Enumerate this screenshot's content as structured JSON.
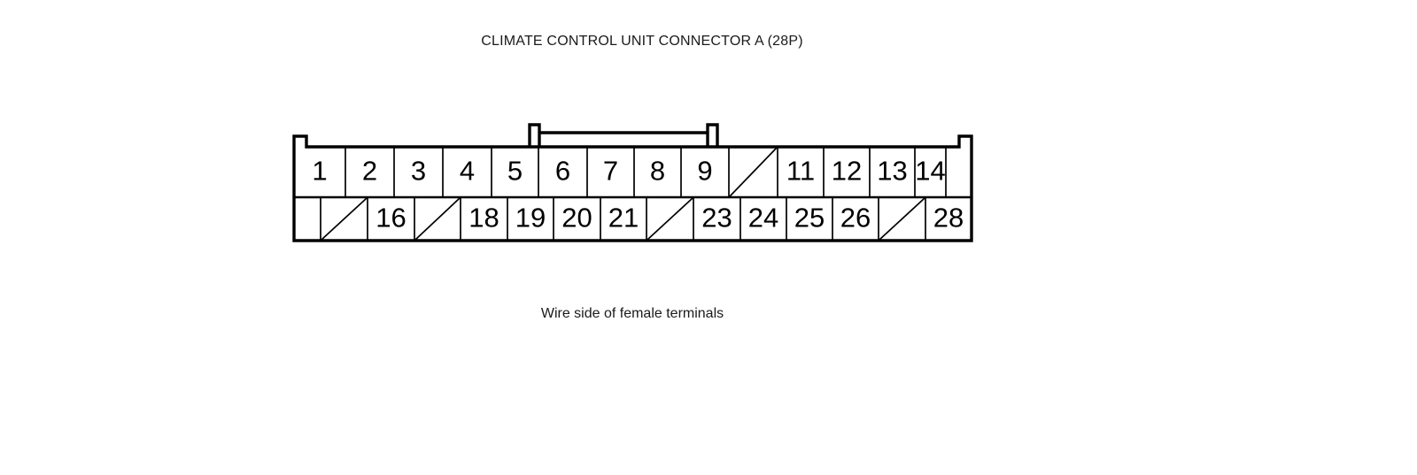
{
  "diagram": {
    "title": "CLIMATE CONTROL UNIT CONNECTOR A (28P)",
    "caption": "Wire side of female terminals",
    "connector": {
      "name": "CLIMATE CONTROL UNIT CONNECTOR A",
      "pin_count": "28P",
      "view": "Wire side of female terminals",
      "line_color": "#000000",
      "fill_color": "#ffffff",
      "rows": [
        {
          "row": "top",
          "cells": [
            {
              "label": "1",
              "state": "numbered"
            },
            {
              "label": "2",
              "state": "numbered"
            },
            {
              "label": "3",
              "state": "numbered"
            },
            {
              "label": "4",
              "state": "numbered"
            },
            {
              "label": "5",
              "state": "numbered"
            },
            {
              "label": "6",
              "state": "numbered"
            },
            {
              "label": "7",
              "state": "numbered"
            },
            {
              "label": "8",
              "state": "numbered"
            },
            {
              "label": "9",
              "state": "numbered"
            },
            {
              "label": "",
              "state": "blocked"
            },
            {
              "label": "11",
              "state": "numbered"
            },
            {
              "label": "12",
              "state": "numbered"
            },
            {
              "label": "13",
              "state": "numbered"
            },
            {
              "label": "14",
              "state": "numbered"
            },
            {
              "label": "",
              "state": "empty"
            }
          ]
        },
        {
          "row": "bottom",
          "cells": [
            {
              "label": "",
              "state": "empty"
            },
            {
              "label": "",
              "state": "blocked"
            },
            {
              "label": "16",
              "state": "numbered"
            },
            {
              "label": "",
              "state": "blocked"
            },
            {
              "label": "18",
              "state": "numbered"
            },
            {
              "label": "19",
              "state": "numbered"
            },
            {
              "label": "20",
              "state": "numbered"
            },
            {
              "label": "21",
              "state": "numbered"
            },
            {
              "label": "",
              "state": "blocked"
            },
            {
              "label": "23",
              "state": "numbered"
            },
            {
              "label": "24",
              "state": "numbered"
            },
            {
              "label": "25",
              "state": "numbered"
            },
            {
              "label": "26",
              "state": "numbered"
            },
            {
              "label": "",
              "state": "blocked"
            },
            {
              "label": "28",
              "state": "numbered"
            }
          ]
        }
      ]
    }
  }
}
